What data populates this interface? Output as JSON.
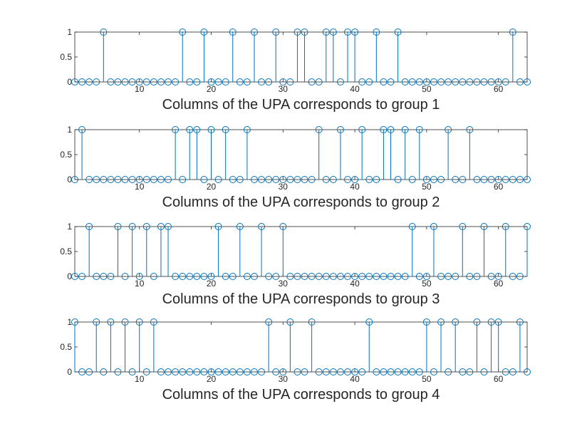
{
  "chart_data": [
    {
      "type": "stem",
      "xlabel": "Columns of the UPA corresponds to group 1",
      "xlim": [
        1,
        64
      ],
      "ylim": [
        0,
        1
      ],
      "xticks": [
        10,
        20,
        30,
        40,
        50,
        60
      ],
      "yticks": [
        "0",
        "0.5",
        "1"
      ],
      "color": "#0072BD",
      "x": [
        1,
        2,
        3,
        4,
        5,
        6,
        7,
        8,
        9,
        10,
        11,
        12,
        13,
        14,
        15,
        16,
        17,
        18,
        19,
        20,
        21,
        22,
        23,
        24,
        25,
        26,
        27,
        28,
        29,
        30,
        31,
        32,
        33,
        34,
        35,
        36,
        37,
        38,
        39,
        40,
        41,
        42,
        43,
        44,
        45,
        46,
        47,
        48,
        49,
        50,
        51,
        52,
        53,
        54,
        55,
        56,
        57,
        58,
        59,
        60,
        61,
        62,
        63,
        64
      ],
      "values": [
        0,
        0,
        0,
        0,
        1,
        0,
        0,
        0,
        0,
        0,
        0,
        0,
        0,
        0,
        0,
        1,
        0,
        0,
        1,
        0,
        0,
        0,
        1,
        0,
        0,
        1,
        0,
        0,
        1,
        0,
        0,
        1,
        1,
        0,
        0,
        1,
        1,
        0,
        1,
        1,
        0,
        0,
        1,
        0,
        0,
        1,
        0,
        0,
        0,
        0,
        0,
        0,
        0,
        0,
        0,
        0,
        0,
        0,
        0,
        0,
        0,
        1,
        0,
        0
      ]
    },
    {
      "type": "stem",
      "xlabel": "Columns of the UPA corresponds to group 2",
      "xlim": [
        1,
        64
      ],
      "ylim": [
        0,
        1
      ],
      "xticks": [
        10,
        20,
        30,
        40,
        50,
        60
      ],
      "yticks": [
        "0",
        "0.5",
        "1"
      ],
      "color": "#0072BD",
      "x": [
        1,
        2,
        3,
        4,
        5,
        6,
        7,
        8,
        9,
        10,
        11,
        12,
        13,
        14,
        15,
        16,
        17,
        18,
        19,
        20,
        21,
        22,
        23,
        24,
        25,
        26,
        27,
        28,
        29,
        30,
        31,
        32,
        33,
        34,
        35,
        36,
        37,
        38,
        39,
        40,
        41,
        42,
        43,
        44,
        45,
        46,
        47,
        48,
        49,
        50,
        51,
        52,
        53,
        54,
        55,
        56,
        57,
        58,
        59,
        60,
        61,
        62,
        63,
        64
      ],
      "values": [
        0,
        1,
        0,
        0,
        0,
        0,
        0,
        0,
        0,
        0,
        0,
        0,
        0,
        0,
        1,
        0,
        1,
        1,
        0,
        1,
        0,
        1,
        0,
        0,
        1,
        0,
        0,
        0,
        0,
        0,
        0,
        0,
        0,
        0,
        1,
        0,
        0,
        1,
        0,
        0,
        1,
        0,
        0,
        1,
        1,
        0,
        1,
        0,
        1,
        0,
        0,
        0,
        1,
        0,
        0,
        1,
        0,
        0,
        0,
        0,
        0,
        0,
        0,
        0
      ]
    },
    {
      "type": "stem",
      "xlabel": "Columns of the UPA corresponds to group 3",
      "xlim": [
        1,
        64
      ],
      "ylim": [
        0,
        1
      ],
      "xticks": [
        10,
        20,
        30,
        40,
        50,
        60
      ],
      "yticks": [
        "0",
        "0.5",
        "1"
      ],
      "color": "#0072BD",
      "x": [
        1,
        2,
        3,
        4,
        5,
        6,
        7,
        8,
        9,
        10,
        11,
        12,
        13,
        14,
        15,
        16,
        17,
        18,
        19,
        20,
        21,
        22,
        23,
        24,
        25,
        26,
        27,
        28,
        29,
        30,
        31,
        32,
        33,
        34,
        35,
        36,
        37,
        38,
        39,
        40,
        41,
        42,
        43,
        44,
        45,
        46,
        47,
        48,
        49,
        50,
        51,
        52,
        53,
        54,
        55,
        56,
        57,
        58,
        59,
        60,
        61,
        62,
        63,
        64
      ],
      "values": [
        0,
        0,
        1,
        0,
        0,
        0,
        1,
        0,
        1,
        0,
        1,
        0,
        1,
        1,
        0,
        0,
        0,
        0,
        0,
        0,
        1,
        0,
        0,
        1,
        0,
        0,
        1,
        0,
        0,
        1,
        0,
        0,
        0,
        0,
        0,
        0,
        0,
        0,
        0,
        0,
        0,
        0,
        0,
        0,
        0,
        0,
        0,
        1,
        0,
        0,
        1,
        0,
        0,
        0,
        1,
        0,
        0,
        1,
        0,
        0,
        1,
        0,
        0,
        1
      ]
    },
    {
      "type": "stem",
      "xlabel": "Columns of the UPA corresponds to group 4",
      "xlim": [
        1,
        64
      ],
      "ylim": [
        0,
        1
      ],
      "xticks": [
        10,
        20,
        30,
        40,
        50,
        60
      ],
      "yticks": [
        "0",
        "0.5",
        "1"
      ],
      "color": "#0072BD",
      "x": [
        1,
        2,
        3,
        4,
        5,
        6,
        7,
        8,
        9,
        10,
        11,
        12,
        13,
        14,
        15,
        16,
        17,
        18,
        19,
        20,
        21,
        22,
        23,
        24,
        25,
        26,
        27,
        28,
        29,
        30,
        31,
        32,
        33,
        34,
        35,
        36,
        37,
        38,
        39,
        40,
        41,
        42,
        43,
        44,
        45,
        46,
        47,
        48,
        49,
        50,
        51,
        52,
        53,
        54,
        55,
        56,
        57,
        58,
        59,
        60,
        61,
        62,
        63,
        64
      ],
      "values": [
        1,
        0,
        0,
        1,
        0,
        1,
        0,
        1,
        0,
        1,
        0,
        1,
        0,
        0,
        0,
        0,
        0,
        0,
        0,
        0,
        0,
        0,
        0,
        0,
        0,
        0,
        0,
        1,
        0,
        0,
        1,
        0,
        0,
        1,
        0,
        0,
        0,
        0,
        0,
        0,
        0,
        1,
        0,
        0,
        0,
        0,
        0,
        0,
        0,
        1,
        0,
        1,
        0,
        1,
        0,
        0,
        1,
        0,
        1,
        1,
        0,
        0,
        1,
        0
      ]
    }
  ]
}
